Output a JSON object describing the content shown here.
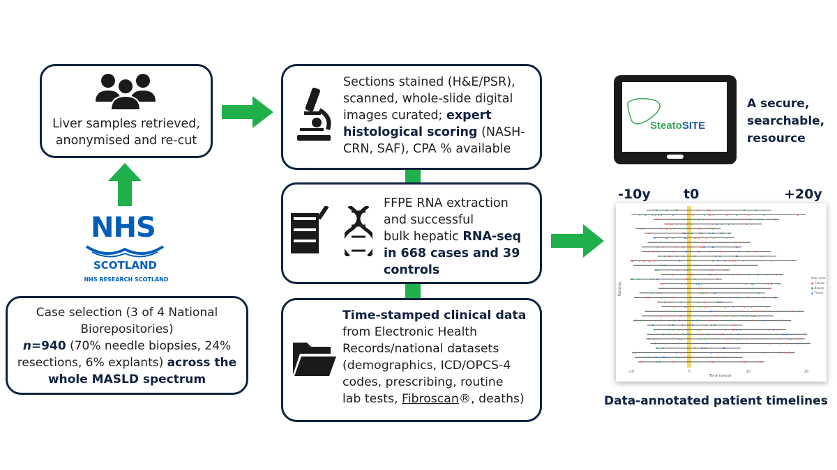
{
  "box_retrieved": {
    "line1": "Liver samples retrieved,",
    "line2": "anonymised and re-cut"
  },
  "box_selection": {
    "line1": "Case selection (3 of 4 National",
    "line2": "Biorepositories)",
    "n_label": "n",
    "n_value": "=940",
    "line3_rest": " (70% needle biopsies, 24%",
    "line4_a": "resections, 6% explants) ",
    "line4_b": "across the",
    "line5": "whole MASLD spectrum"
  },
  "nhs": {
    "logo": "NHS",
    "region": "SCOTLAND",
    "sub": "NHS RESEARCH SCOTLAND"
  },
  "box_histology": {
    "line1": "Sections stained (H&E/PSR),",
    "line2": "scanned, whole-slide digital",
    "line3a": "images curated; ",
    "line3b": "expert",
    "line4a": "histological scoring",
    "line4b": " (NASH-",
    "line5": "CRN, SAF), CPA % available"
  },
  "box_rna": {
    "line1": "FFPE RNA extraction",
    "line2": "and successful",
    "line3a": "bulk hepatic ",
    "line3b": "RNA-seq",
    "line4": "in 668 cases and 39",
    "line5": "controls"
  },
  "box_clinical": {
    "line1": "Time-stamped clinical data",
    "line2": "from Electronic Health",
    "line3": "Records/national datasets",
    "line4": "(demographics, ICD/OPCS-4",
    "line5": "codes, prescribing, routine",
    "line6a": "lab tests, ",
    "line6b": "Fibroscan",
    "line6c": "®, deaths)"
  },
  "resource": {
    "line1": "A secure,",
    "line2": "searchable,",
    "line3": "resource",
    "brand_a": "Steato",
    "brand_b": "SITE"
  },
  "timeline": {
    "label_left": "-10y",
    "label_mid": "t0",
    "label_right": "+20y",
    "caption": "Data-annotated patient timelines",
    "ylabel": "Patients",
    "xlabel": "Time (years)",
    "ticks": [
      "-10",
      "0",
      "10",
      "20"
    ],
    "legend_title": "Data class",
    "legend_items": [
      "Clinical",
      "Biopsy",
      "Tissue"
    ]
  },
  "colors": {
    "navy": "#0f2240",
    "green": "#1fb04b",
    "nhs_blue": "#005eb8",
    "highlight": "#f3d54a"
  }
}
